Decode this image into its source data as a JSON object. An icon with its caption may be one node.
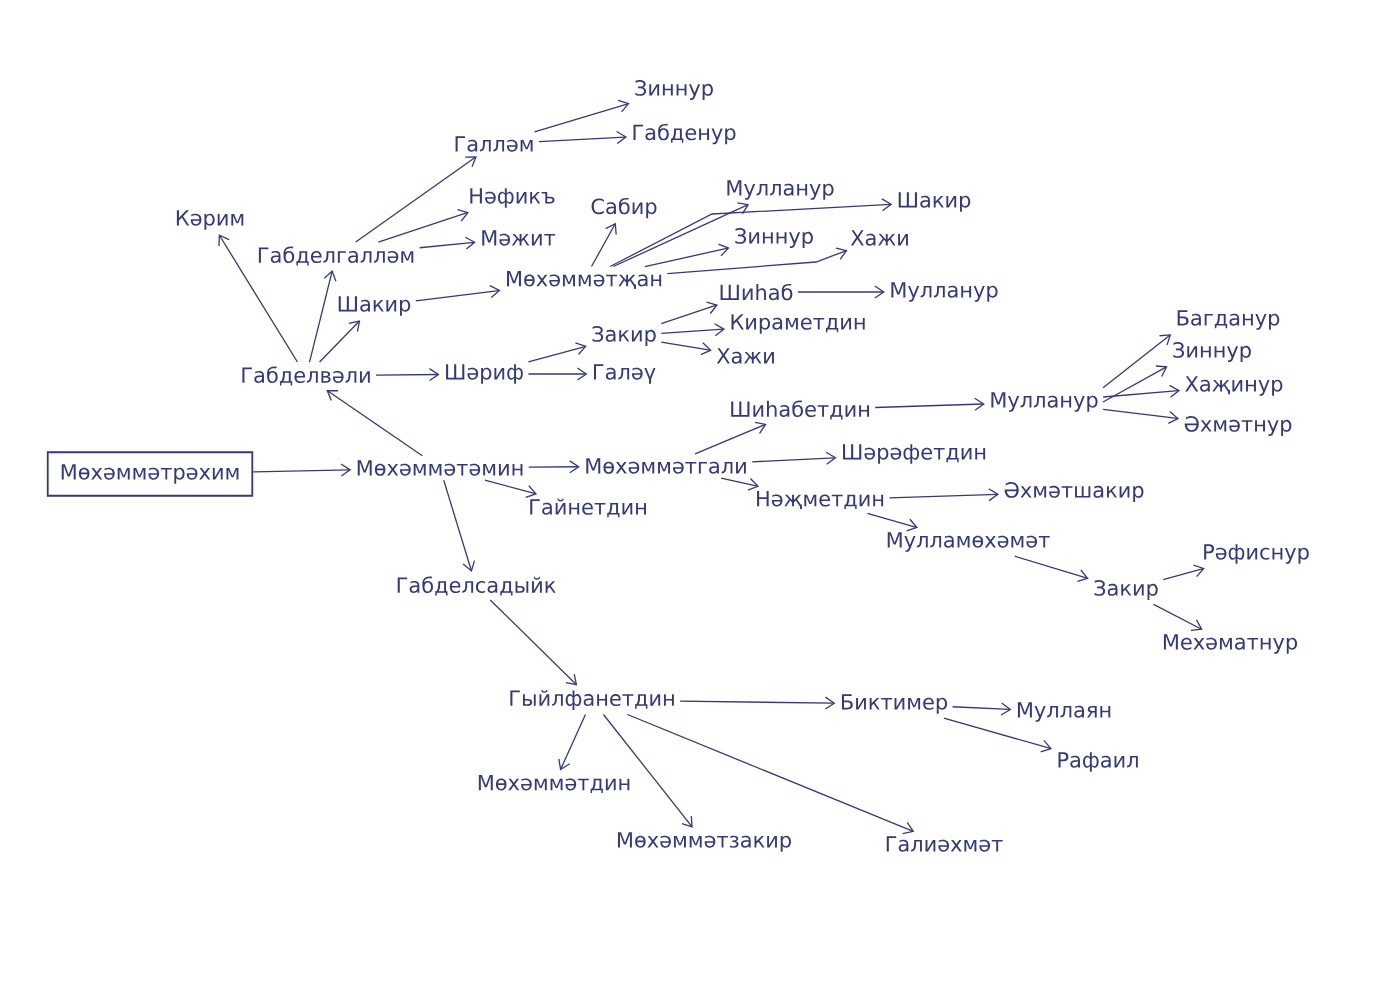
{
  "diagram": {
    "nodes": [
      {
        "text": [
          "Мөхәммәтрәхим"
        ]
      },
      {
        "text": [
          "Мөхәммәтәмин"
        ]
      },
      {
        "text": [
          "Габделвәли"
        ]
      },
      {
        "text": [
          "Кәрим"
        ]
      },
      {
        "text": [
          "Габделгалләм"
        ]
      },
      {
        "text": [
          "Шакир"
        ]
      },
      {
        "text": [
          "Галләм"
        ]
      },
      {
        "text": [
          "Нәфикъ"
        ]
      },
      {
        "text": [
          "Мәжит"
        ]
      },
      {
        "text": [
          "Мөхәммәтҗан"
        ]
      },
      {
        "text": [
          "Сабир"
        ]
      },
      {
        "text": [
          "Зиннур"
        ]
      },
      {
        "text": [
          "Габденур"
        ]
      },
      {
        "text": [
          "Мулланур"
        ]
      },
      {
        "text": [
          "Шакир"
        ]
      },
      {
        "text": [
          "Зиннур"
        ]
      },
      {
        "text": [
          "Хажи"
        ]
      },
      {
        "text": [
          "Шәриф"
        ]
      },
      {
        "text": [
          "Закир"
        ]
      },
      {
        "text": [
          "Галәү"
        ]
      },
      {
        "text": [
          "Шиһаб"
        ]
      },
      {
        "text": [
          "Мулланур"
        ]
      },
      {
        "text": [
          "Кираметдин"
        ]
      },
      {
        "text": [
          "Хажи"
        ]
      },
      {
        "text": [
          "Мөхәммәтгали"
        ]
      },
      {
        "text": [
          "Шиһабетдин"
        ]
      },
      {
        "text": [
          "Мулланур"
        ]
      },
      {
        "text": [
          "Багданур"
        ]
      },
      {
        "text": [
          "Зиннур"
        ]
      },
      {
        "text": [
          "Хаҗинур"
        ]
      },
      {
        "text": [
          "Әхмәтнур"
        ]
      },
      {
        "text": [
          "Шәрәфетдин"
        ]
      },
      {
        "text": [
          "Нәҗметдин"
        ]
      },
      {
        "text": [
          "Әхмәтшакир"
        ]
      },
      {
        "text": [
          "Мулламөхәмәт"
        ]
      },
      {
        "text": [
          "Закир"
        ]
      },
      {
        "text": [
          "Рәфиснур"
        ]
      },
      {
        "text": [
          "Мехәматнур"
        ]
      },
      {
        "text": [
          "Гайнетдин"
        ]
      },
      {
        "text": [
          "Габделсадыйк"
        ]
      },
      {
        "text": [
          "Гыйлфанетдин"
        ]
      },
      {
        "text": [
          "Биктимер"
        ]
      },
      {
        "text": [
          "Муллаян"
        ]
      },
      {
        "text": [
          "Рафаил"
        ]
      },
      {
        "text": [
          "Мөхәммәтдин"
        ]
      },
      {
        "text": [
          "Мөхәммәтзакир"
        ]
      },
      {
        "text": [
          "Галиәхмәт"
        ]
      }
    ],
    "edges": [
      {
        "from": 0,
        "to": 1,
        "arrow": "to"
      },
      {
        "from": 1,
        "to": 2,
        "arrow": "to"
      },
      {
        "from": 1,
        "to": 24,
        "arrow": "to"
      },
      {
        "from": 1,
        "to": 38,
        "arrow": "to"
      },
      {
        "from": 1,
        "to": 39,
        "arrow": "to"
      },
      {
        "from": 2,
        "to": 3,
        "arrow": "to"
      },
      {
        "from": 2,
        "to": 4,
        "arrow": "to"
      },
      {
        "from": 2,
        "to": 5,
        "arrow": "to"
      },
      {
        "from": 2,
        "to": 17,
        "arrow": "to"
      },
      {
        "from": 4,
        "to": 6,
        "arrow": "to"
      },
      {
        "from": 4,
        "to": 7,
        "arrow": "to"
      },
      {
        "from": 4,
        "to": 8,
        "arrow": "to"
      },
      {
        "from": 6,
        "to": 11,
        "arrow": "to"
      },
      {
        "from": 6,
        "to": 12,
        "arrow": "to"
      },
      {
        "from": 5,
        "to": 9,
        "arrow": "to"
      },
      {
        "from": 9,
        "to": 10,
        "arrow": "to"
      },
      {
        "from": 9,
        "to": 13,
        "arrow": "to"
      },
      {
        "from": 9,
        "to": 14,
        "arrow": "to"
      },
      {
        "from": 9,
        "to": 15,
        "arrow": "to"
      },
      {
        "from": 9,
        "to": 16,
        "arrow": "to"
      },
      {
        "from": 17,
        "to": 18,
        "arrow": "to"
      },
      {
        "from": 17,
        "to": 19,
        "arrow": "to"
      },
      {
        "from": 18,
        "to": 20,
        "arrow": "to"
      },
      {
        "from": 18,
        "to": 22,
        "arrow": "to"
      },
      {
        "from": 18,
        "to": 23,
        "arrow": "to"
      },
      {
        "from": 20,
        "to": 21,
        "arrow": "to"
      },
      {
        "from": 24,
        "to": 25,
        "arrow": "to"
      },
      {
        "from": 24,
        "to": 31,
        "arrow": "to"
      },
      {
        "from": 24,
        "to": 32,
        "arrow": "to"
      },
      {
        "from": 25,
        "to": 26,
        "arrow": "to"
      },
      {
        "from": 26,
        "to": 27,
        "arrow": "to"
      },
      {
        "from": 26,
        "to": 28,
        "arrow": "to"
      },
      {
        "from": 26,
        "to": 29,
        "arrow": "to"
      },
      {
        "from": 26,
        "to": 30,
        "arrow": "to"
      },
      {
        "from": 32,
        "to": 33,
        "arrow": "to"
      },
      {
        "from": 32,
        "to": 34,
        "arrow": "to"
      },
      {
        "from": 34,
        "to": 35,
        "arrow": "to"
      },
      {
        "from": 35,
        "to": 36,
        "arrow": "to"
      },
      {
        "from": 35,
        "to": 37,
        "arrow": "to"
      },
      {
        "from": 39,
        "to": 40,
        "arrow": "to"
      },
      {
        "from": 40,
        "to": 41,
        "arrow": "to"
      },
      {
        "from": 40,
        "to": 44,
        "arrow": "to"
      },
      {
        "from": 40,
        "to": 45,
        "arrow": "to"
      },
      {
        "from": 40,
        "to": 46,
        "arrow": "to"
      },
      {
        "from": 41,
        "to": 42,
        "arrow": "to"
      },
      {
        "from": 41,
        "to": 43,
        "arrow": "to"
      }
    ]
  }
}
